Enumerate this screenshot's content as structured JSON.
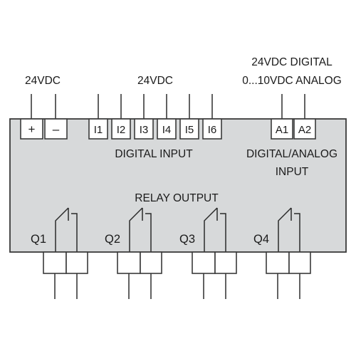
{
  "top_labels": {
    "power_left": "24VDC",
    "power_mid": "24VDC",
    "right_line1": "24VDC DIGITAL",
    "right_line2": "0...10VDC ANALOG"
  },
  "power_terminals": [
    "+",
    "–"
  ],
  "digital_inputs": [
    "I1",
    "I2",
    "I3",
    "I4",
    "I5",
    "I6"
  ],
  "analog_inputs": [
    "A1",
    "A2"
  ],
  "section_labels": {
    "digital_input": "DIGITAL INPUT",
    "digital_analog_line1": "DIGITAL/ANALOG",
    "digital_analog_line2": "INPUT",
    "relay_output": "RELAY OUTPUT"
  },
  "relay_outputs": [
    "Q1",
    "Q2",
    "Q3",
    "Q4"
  ],
  "colors": {
    "panel_fill": "#d7d9da",
    "stroke": "#3a3a3a",
    "text": "#1a1a1a"
  }
}
